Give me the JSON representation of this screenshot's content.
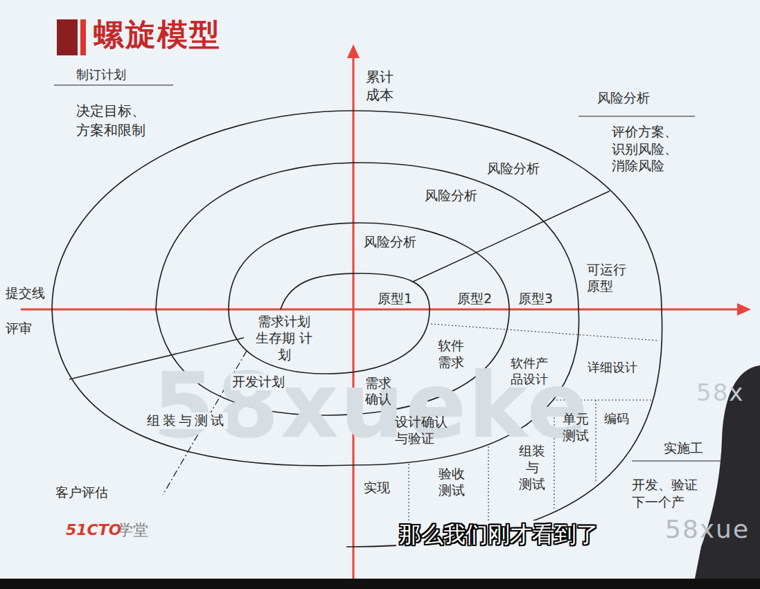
{
  "diagram": {
    "title": "螺旋模型",
    "labels": [
      "制订计划",
      "决定目标、 方案和限制",
      "累计 成本",
      "风险分析",
      "评价方案、 识别风险、 消除风险",
      "风险分析",
      "风险分析",
      "风险分析",
      "可运行 原型",
      "提交线",
      "原型1",
      "原型2",
      "原型3",
      "评审",
      "需求计划 生存期 计划",
      "软件 需求",
      "需求 确认",
      "开发计划",
      "软件产 品设计",
      "详细设计",
      "设计确认 与验证",
      "单元 测试",
      "编码",
      "组装与测试",
      "实施工",
      "组装 与 测试",
      "验收 测试",
      "实现",
      "开发、验证 下一个产",
      "客户评估",
      "51CTO",
      "学堂",
      "那么我们刚才看到了",
      "58xueke",
      "58x",
      "58xue"
    ]
  }
}
